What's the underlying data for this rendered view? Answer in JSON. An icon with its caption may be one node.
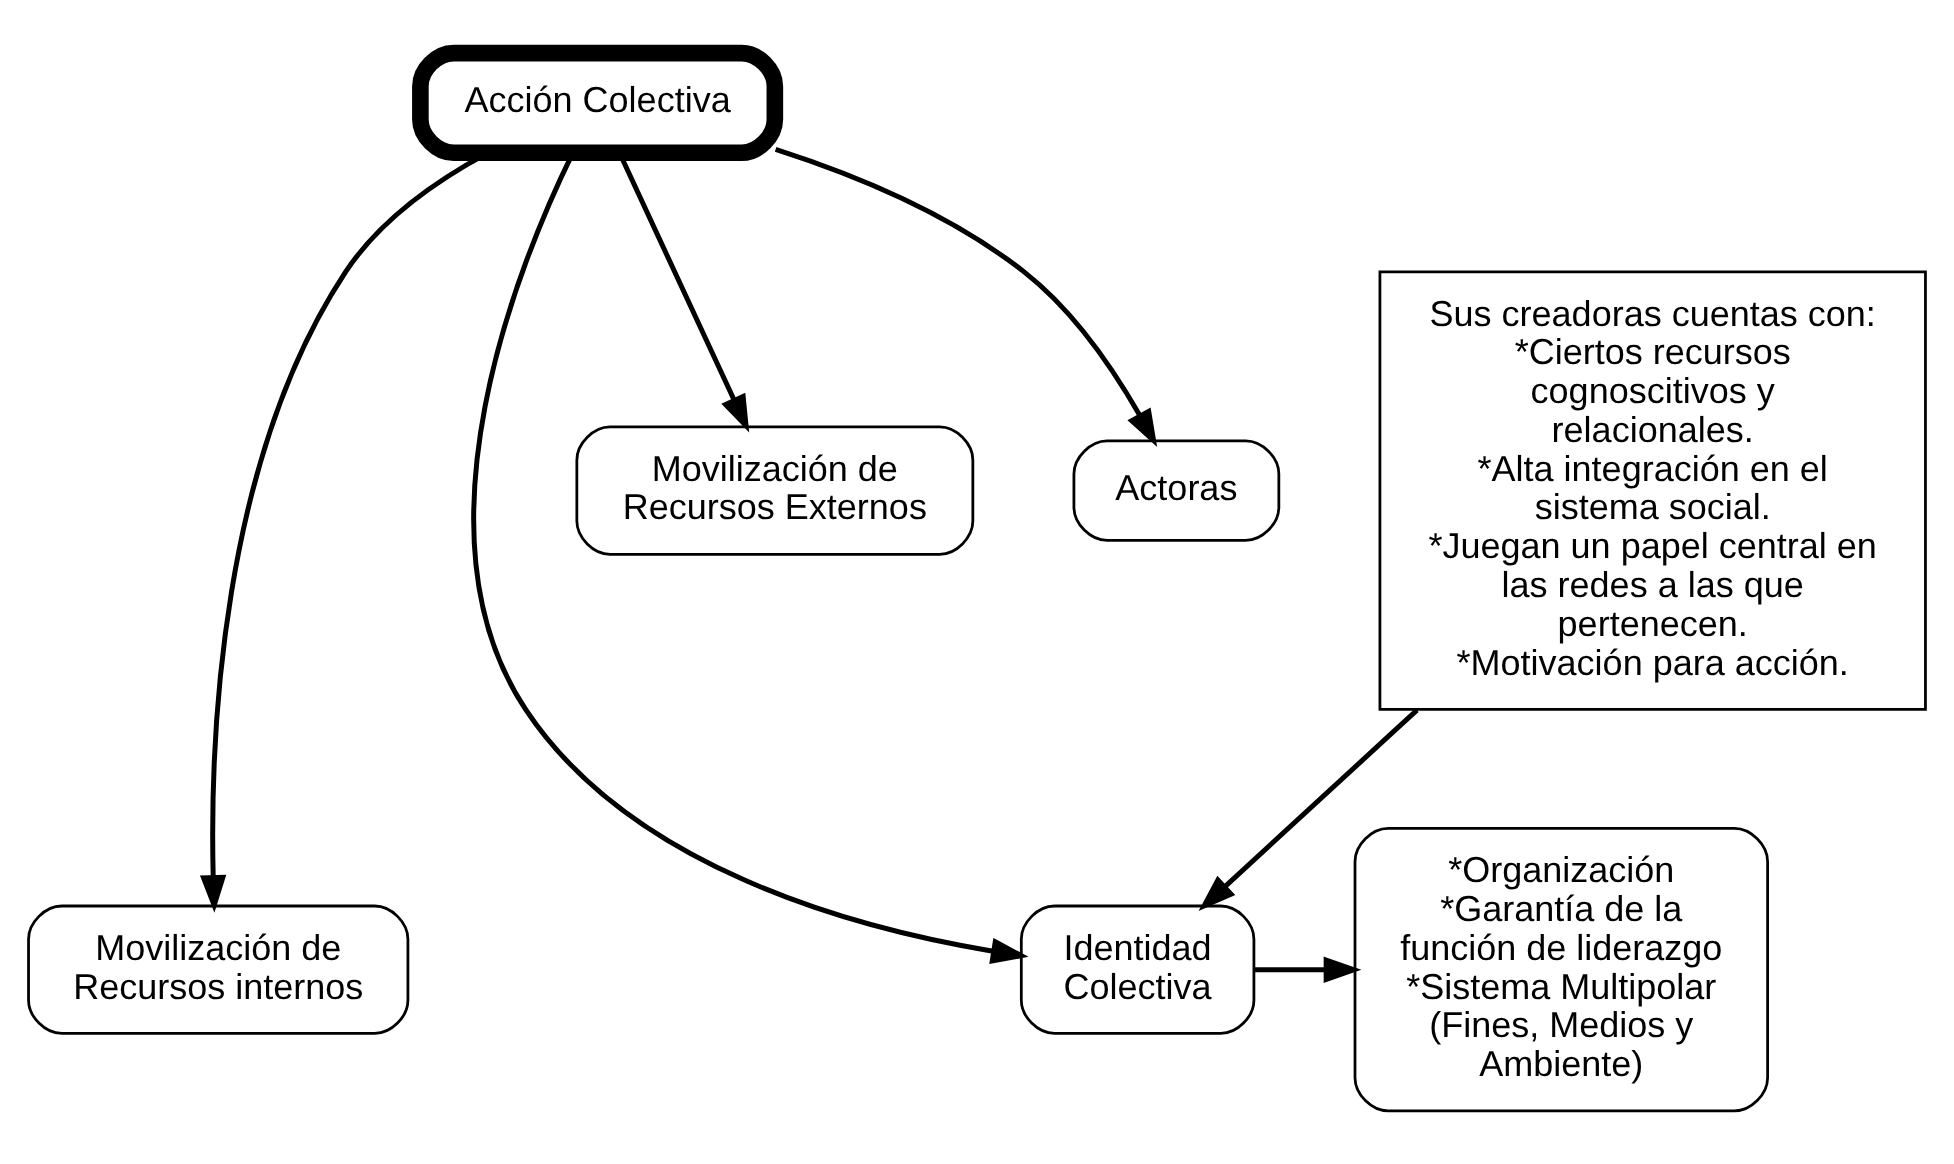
{
  "diagram": {
    "nodes": [
      {
        "text": [
          "Movilización de Recursos internos"
        ]
      },
      {
        "text": [
          "Identidad Colectiva"
        ]
      },
      {
        "text": [
          "*Organización",
          "*Garantía de la función de liderazgo",
          "*Sistema Multipolar (Fines, Medios y Ambiente)"
        ]
      },
      {
        "text": [
          "Acción Colectiva"
        ]
      },
      {
        "text": [
          "Movilización de Recursos Externos"
        ]
      },
      {
        "text": [
          "Sus creadoras cuentas con:",
          "*Ciertos recursos cognoscitivos y relacionales.",
          "*Alta integración en el sistema social.",
          "*Juegan un papel central en las redes a las que pertenecen.",
          "*Motivación para acción."
        ]
      },
      {
        "text": [
          "Actoras"
        ]
      }
    ],
    "edges": [
      {
        "from": 3,
        "to": 0,
        "arrow": "to"
      },
      {
        "from": 3,
        "to": 1,
        "arrow": "to"
      },
      {
        "from": 1,
        "to": 2,
        "arrow": "to"
      },
      {
        "from": 3,
        "to": 4,
        "arrow": "to"
      },
      {
        "from": 3,
        "to": 6,
        "arrow": "to"
      },
      {
        "from": 5,
        "to": 1,
        "arrow": "to"
      }
    ]
  }
}
